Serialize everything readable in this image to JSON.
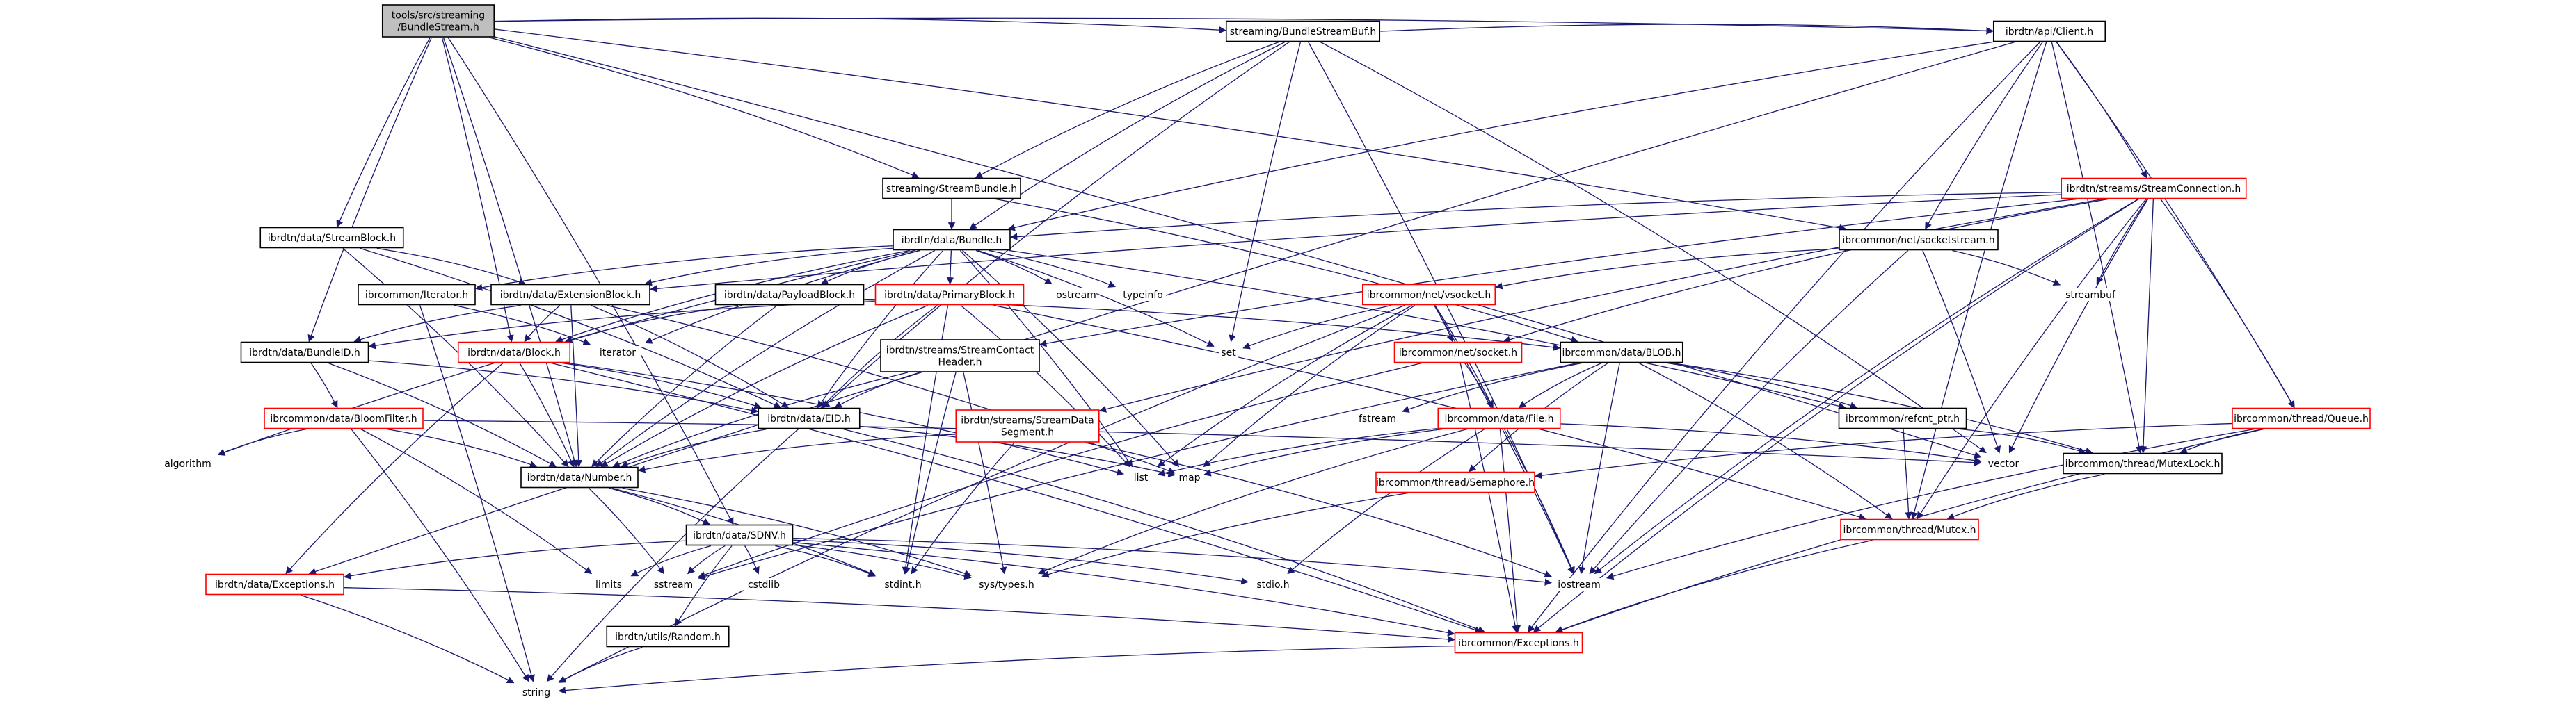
{
  "colors": {
    "edge": "#191970",
    "root_fill": "#bfbfbf",
    "root_border": "#000000",
    "normal_border": "#000000",
    "truncated_border": "#ff0000",
    "box_fill": "#ffffff",
    "text": "#000000"
  },
  "root_id": "root",
  "nodes": [
    {
      "id": "root",
      "label": [
        "tools/src/streaming",
        "/BundleStream.h"
      ],
      "kind": "root",
      "box": true
    },
    {
      "id": "bsbuf",
      "label": [
        "streaming/BundleStreamBuf.h"
      ],
      "kind": "normal",
      "box": true
    },
    {
      "id": "client",
      "label": [
        "ibrdtn/api/Client.h"
      ],
      "kind": "normal",
      "box": true
    },
    {
      "id": "sbundle",
      "label": [
        "streaming/StreamBundle.h"
      ],
      "kind": "normal",
      "box": true
    },
    {
      "id": "sconn",
      "label": [
        "ibrdtn/streams/StreamConnection.h"
      ],
      "kind": "truncated",
      "box": true
    },
    {
      "id": "sblock",
      "label": [
        "ibrdtn/data/StreamBlock.h"
      ],
      "kind": "normal",
      "box": true
    },
    {
      "id": "bundle",
      "label": [
        "ibrdtn/data/Bundle.h"
      ],
      "kind": "normal",
      "box": true
    },
    {
      "id": "socketstream",
      "label": [
        "ibrcommon/net/socketstream.h"
      ],
      "kind": "normal",
      "box": true
    },
    {
      "id": "iterator_h",
      "label": [
        "ibrcommon/Iterator.h"
      ],
      "kind": "normal",
      "box": true
    },
    {
      "id": "extblock",
      "label": [
        "ibrdtn/data/ExtensionBlock.h"
      ],
      "kind": "normal",
      "box": true
    },
    {
      "id": "payload",
      "label": [
        "ibrdtn/data/PayloadBlock.h"
      ],
      "kind": "normal",
      "box": true
    },
    {
      "id": "primary",
      "label": [
        "ibrdtn/data/PrimaryBlock.h"
      ],
      "kind": "truncated",
      "box": true
    },
    {
      "id": "vsocket",
      "label": [
        "ibrcommon/net/vsocket.h"
      ],
      "kind": "truncated",
      "box": true
    },
    {
      "id": "ostream",
      "label": [
        "ostream"
      ],
      "kind": "std",
      "box": false
    },
    {
      "id": "typeinfo",
      "label": [
        "typeinfo"
      ],
      "kind": "std",
      "box": false
    },
    {
      "id": "streambuf",
      "label": [
        "streambuf"
      ],
      "kind": "std",
      "box": false
    },
    {
      "id": "bundleid",
      "label": [
        "ibrdtn/data/BundleID.h"
      ],
      "kind": "normal",
      "box": true
    },
    {
      "id": "block",
      "label": [
        "ibrdtn/data/Block.h"
      ],
      "kind": "truncated",
      "box": true
    },
    {
      "id": "iterator",
      "label": [
        "iterator"
      ],
      "kind": "std",
      "box": false
    },
    {
      "id": "contactheader",
      "label": [
        "ibrdtn/streams/StreamContact",
        "Header.h"
      ],
      "kind": "normal",
      "box": true
    },
    {
      "id": "set",
      "label": [
        "set"
      ],
      "kind": "std",
      "box": false
    },
    {
      "id": "socket",
      "label": [
        "ibrcommon/net/socket.h"
      ],
      "kind": "truncated",
      "box": true
    },
    {
      "id": "blob",
      "label": [
        "ibrcommon/data/BLOB.h"
      ],
      "kind": "normal",
      "box": true
    },
    {
      "id": "bloom",
      "label": [
        "ibrcommon/data/BloomFilter.h"
      ],
      "kind": "truncated",
      "box": true
    },
    {
      "id": "fstream",
      "label": [
        "fstream"
      ],
      "kind": "std",
      "box": false
    },
    {
      "id": "file",
      "label": [
        "ibrcommon/data/File.h"
      ],
      "kind": "truncated",
      "box": true
    },
    {
      "id": "refcnt",
      "label": [
        "ibrcommon/refcnt_ptr.h"
      ],
      "kind": "normal",
      "box": true
    },
    {
      "id": "queue",
      "label": [
        "ibrcommon/thread/Queue.h"
      ],
      "kind": "truncated",
      "box": true
    },
    {
      "id": "segment",
      "label": [
        "ibrdtn/streams/StreamData",
        "Segment.h"
      ],
      "kind": "truncated",
      "box": true
    },
    {
      "id": "eid",
      "label": [
        "ibrdtn/data/EID.h"
      ],
      "kind": "normal",
      "box": true
    },
    {
      "id": "algorithm",
      "label": [
        "algorithm"
      ],
      "kind": "std",
      "box": false
    },
    {
      "id": "number",
      "label": [
        "ibrdtn/data/Number.h"
      ],
      "kind": "normal",
      "box": true
    },
    {
      "id": "list",
      "label": [
        "list"
      ],
      "kind": "std",
      "box": false
    },
    {
      "id": "map",
      "label": [
        "map"
      ],
      "kind": "std",
      "box": false
    },
    {
      "id": "semaphore",
      "label": [
        "ibrcommon/thread/Semaphore.h"
      ],
      "kind": "truncated",
      "box": true
    },
    {
      "id": "vector",
      "label": [
        "vector"
      ],
      "kind": "std",
      "box": false
    },
    {
      "id": "mutexlock",
      "label": [
        "ibrcommon/thread/MutexLock.h"
      ],
      "kind": "normal",
      "box": true
    },
    {
      "id": "sdnv",
      "label": [
        "ibrdtn/data/SDNV.h"
      ],
      "kind": "normal",
      "box": true
    },
    {
      "id": "mutex",
      "label": [
        "ibrcommon/thread/Mutex.h"
      ],
      "kind": "truncated",
      "box": true
    },
    {
      "id": "dtnexc",
      "label": [
        "ibrdtn/data/Exceptions.h"
      ],
      "kind": "truncated",
      "box": true
    },
    {
      "id": "limits",
      "label": [
        "limits"
      ],
      "kind": "std",
      "box": false
    },
    {
      "id": "sstream",
      "label": [
        "sstream"
      ],
      "kind": "std",
      "box": false
    },
    {
      "id": "cstdlib",
      "label": [
        "cstdlib"
      ],
      "kind": "std",
      "box": false
    },
    {
      "id": "stdint",
      "label": [
        "stdint.h"
      ],
      "kind": "std",
      "box": false
    },
    {
      "id": "systypes",
      "label": [
        "sys/types.h"
      ],
      "kind": "std",
      "box": false
    },
    {
      "id": "stdio",
      "label": [
        "stdio.h"
      ],
      "kind": "std",
      "box": false
    },
    {
      "id": "iostream",
      "label": [
        "iostream"
      ],
      "kind": "std",
      "box": false
    },
    {
      "id": "random",
      "label": [
        "ibrdtn/utils/Random.h"
      ],
      "kind": "normal",
      "box": true
    },
    {
      "id": "comexc",
      "label": [
        "ibrcommon/Exceptions.h"
      ],
      "kind": "truncated",
      "box": true
    },
    {
      "id": "string",
      "label": [
        "string"
      ],
      "kind": "std",
      "box": false
    }
  ],
  "edges": [
    [
      "root",
      "bsbuf"
    ],
    [
      "root",
      "client"
    ],
    [
      "root",
      "sbundle"
    ],
    [
      "root",
      "socketstream"
    ],
    [
      "root",
      "sblock"
    ],
    [
      "root",
      "bundleid"
    ],
    [
      "root",
      "block"
    ],
    [
      "root",
      "sdnv"
    ],
    [
      "root",
      "vector"
    ],
    [
      "root",
      "number"
    ],
    [
      "bsbuf",
      "client"
    ],
    [
      "bsbuf",
      "sbundle"
    ],
    [
      "bsbuf",
      "bundle"
    ],
    [
      "bsbuf",
      "set"
    ],
    [
      "bsbuf",
      "iostream"
    ],
    [
      "bsbuf",
      "vector"
    ],
    [
      "bsbuf",
      "eid"
    ],
    [
      "client",
      "sconn"
    ],
    [
      "client",
      "socketstream"
    ],
    [
      "client",
      "bundle"
    ],
    [
      "client",
      "queue"
    ],
    [
      "client",
      "mutexlock"
    ],
    [
      "client",
      "mutex"
    ],
    [
      "client",
      "comexc"
    ],
    [
      "client",
      "dtnexc"
    ],
    [
      "sbundle",
      "bundle"
    ],
    [
      "sbundle",
      "blob"
    ],
    [
      "sconn",
      "bundle"
    ],
    [
      "sconn",
      "contactheader"
    ],
    [
      "sconn",
      "segment"
    ],
    [
      "sconn",
      "queue"
    ],
    [
      "sconn",
      "mutex"
    ],
    [
      "sconn",
      "mutexlock"
    ],
    [
      "sconn",
      "iostream"
    ],
    [
      "sconn",
      "streambuf"
    ],
    [
      "sconn",
      "vector"
    ],
    [
      "sconn",
      "comexc"
    ],
    [
      "sconn",
      "socket"
    ],
    [
      "sconn",
      "extblock"
    ],
    [
      "sblock",
      "extblock"
    ],
    [
      "sblock",
      "number"
    ],
    [
      "sblock",
      "eid"
    ],
    [
      "socketstream",
      "vsocket"
    ],
    [
      "socketstream",
      "streambuf"
    ],
    [
      "socketstream",
      "vector"
    ],
    [
      "socketstream",
      "iostream"
    ],
    [
      "bundle",
      "iterator_h"
    ],
    [
      "bundle",
      "extblock"
    ],
    [
      "bundle",
      "payload"
    ],
    [
      "bundle",
      "primary"
    ],
    [
      "bundle",
      "ostream"
    ],
    [
      "bundle",
      "typeinfo"
    ],
    [
      "bundle",
      "set"
    ],
    [
      "bundle",
      "map"
    ],
    [
      "bundle",
      "list"
    ],
    [
      "bundle",
      "iterator"
    ],
    [
      "bundle",
      "algorithm"
    ],
    [
      "bundle",
      "refcnt"
    ],
    [
      "bundle",
      "eid"
    ],
    [
      "bundle",
      "number"
    ],
    [
      "bundle",
      "block"
    ],
    [
      "iterator_h",
      "iterator"
    ],
    [
      "iterator_h",
      "string"
    ],
    [
      "extblock",
      "block"
    ],
    [
      "extblock",
      "bundleid"
    ],
    [
      "extblock",
      "eid"
    ],
    [
      "extblock",
      "number"
    ],
    [
      "extblock",
      "map"
    ],
    [
      "payload",
      "block"
    ],
    [
      "payload",
      "blob"
    ],
    [
      "payload",
      "number"
    ],
    [
      "primary",
      "eid"
    ],
    [
      "primary",
      "bundleid"
    ],
    [
      "primary",
      "number"
    ],
    [
      "primary",
      "stdint"
    ],
    [
      "primary",
      "mutex"
    ],
    [
      "primary",
      "list"
    ],
    [
      "vsocket",
      "socket"
    ],
    [
      "vsocket",
      "list"
    ],
    [
      "vsocket",
      "set"
    ],
    [
      "vsocket",
      "map"
    ],
    [
      "vsocket",
      "file"
    ],
    [
      "vsocket",
      "string"
    ],
    [
      "vsocket",
      "iostream"
    ],
    [
      "bundleid",
      "eid"
    ],
    [
      "bundleid",
      "number"
    ],
    [
      "bundleid",
      "bloom"
    ],
    [
      "block",
      "eid"
    ],
    [
      "block",
      "number"
    ],
    [
      "block",
      "list"
    ],
    [
      "block",
      "dtnexc"
    ],
    [
      "block",
      "comexc"
    ],
    [
      "contactheader",
      "eid"
    ],
    [
      "contactheader",
      "number"
    ],
    [
      "contactheader",
      "stdint"
    ],
    [
      "contactheader",
      "systypes"
    ],
    [
      "socket",
      "file"
    ],
    [
      "socket",
      "sstream"
    ],
    [
      "socket",
      "comexc"
    ],
    [
      "blob",
      "file"
    ],
    [
      "blob",
      "mutex"
    ],
    [
      "blob",
      "mutexlock"
    ],
    [
      "blob",
      "refcnt"
    ],
    [
      "blob",
      "semaphore"
    ],
    [
      "blob",
      "fstream"
    ],
    [
      "blob",
      "iostream"
    ],
    [
      "blob",
      "sstream"
    ],
    [
      "bloom",
      "number"
    ],
    [
      "bloom",
      "vector"
    ],
    [
      "bloom",
      "limits"
    ],
    [
      "bloom",
      "algorithm"
    ],
    [
      "bloom",
      "string"
    ],
    [
      "file",
      "list"
    ],
    [
      "file",
      "map"
    ],
    [
      "file",
      "vector"
    ],
    [
      "file",
      "stdio"
    ],
    [
      "file",
      "iostream"
    ],
    [
      "file",
      "systypes"
    ],
    [
      "file",
      "comexc"
    ],
    [
      "refcnt",
      "mutex"
    ],
    [
      "refcnt",
      "mutexlock"
    ],
    [
      "queue",
      "mutexlock"
    ],
    [
      "queue",
      "semaphore"
    ],
    [
      "queue",
      "iostream"
    ],
    [
      "queue",
      "comexc"
    ],
    [
      "segment",
      "number"
    ],
    [
      "segment",
      "stdint"
    ],
    [
      "segment",
      "iostream"
    ],
    [
      "eid",
      "number"
    ],
    [
      "eid",
      "map"
    ],
    [
      "eid",
      "string"
    ],
    [
      "eid",
      "comexc"
    ],
    [
      "number",
      "sdnv"
    ],
    [
      "number",
      "sstream"
    ],
    [
      "number",
      "stdint"
    ],
    [
      "number",
      "systypes"
    ],
    [
      "semaphore",
      "systypes"
    ],
    [
      "mutexlock",
      "mutex"
    ],
    [
      "sdnv",
      "dtnexc"
    ],
    [
      "sdnv",
      "limits"
    ],
    [
      "sdnv",
      "sstream"
    ],
    [
      "sdnv",
      "cstdlib"
    ],
    [
      "sdnv",
      "stdint"
    ],
    [
      "sdnv",
      "systypes"
    ],
    [
      "sdnv",
      "stdio"
    ],
    [
      "sdnv",
      "iostream"
    ],
    [
      "sdnv",
      "random"
    ],
    [
      "sdnv",
      "comexc"
    ],
    [
      "mutex",
      "comexc"
    ],
    [
      "dtnexc",
      "comexc"
    ],
    [
      "dtnexc",
      "string"
    ],
    [
      "random",
      "string"
    ],
    [
      "comexc",
      "string"
    ]
  ]
}
